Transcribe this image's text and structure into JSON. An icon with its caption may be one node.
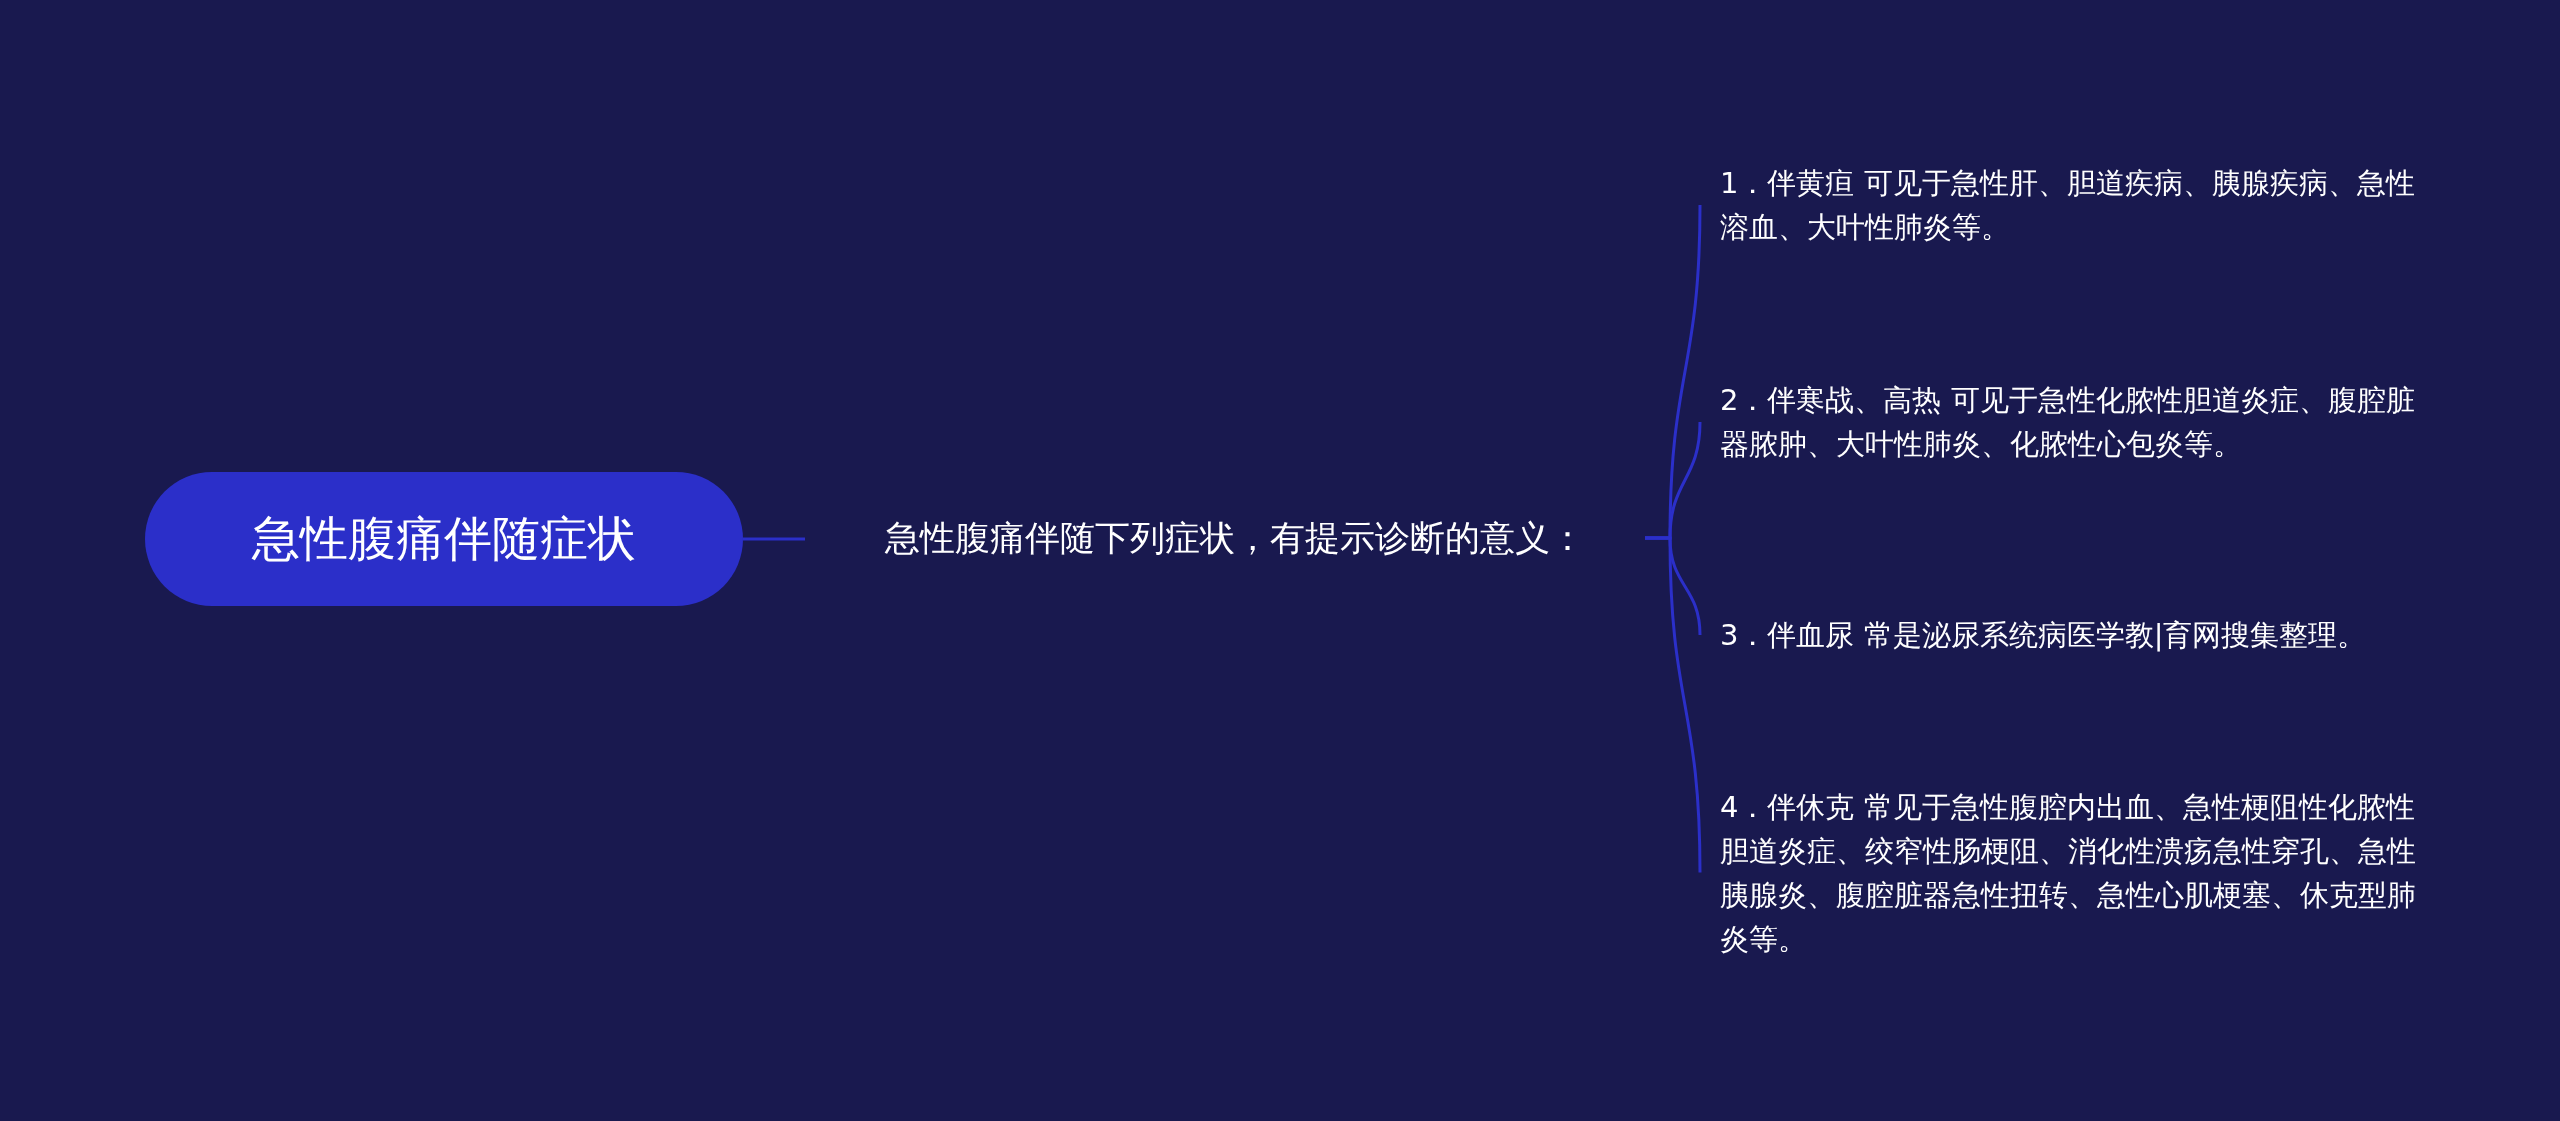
{
  "diagram": {
    "nodes": [
      {
        "text": [
          "急性腹痛伴随症状"
        ]
      },
      {
        "text": [
          "急性腹痛伴随下列症状，有提示诊断的意义："
        ]
      },
      {
        "text": [
          "1．伴黄疸 可见于急性肝、胆道疾病、胰腺疾病、急性溶血、大叶性肺炎等。"
        ]
      },
      {
        "text": [
          "2．伴寒战、高热 可见于急性化脓性胆道炎症、腹腔脏器脓肿、大叶性肺炎、化脓性心包炎等。"
        ]
      },
      {
        "text": [
          "3．伴血尿 常是泌尿系统病医学教|育网搜集整理。"
        ]
      },
      {
        "text": [
          "4．伴休克 常见于急性腹腔内出血、急性梗阻性化脓性胆道炎症、绞窄性肠梗阻、消化性溃疡急性穿孔、急性胰腺炎、腹腔脏器急性扭转、急性心肌梗塞、休克型肺炎等。"
        ]
      }
    ],
    "edges": [
      {
        "from": 0,
        "to": 1,
        "arrow": "none"
      },
      {
        "from": 1,
        "to": 2,
        "arrow": "none"
      },
      {
        "from": 1,
        "to": 3,
        "arrow": "none"
      },
      {
        "from": 1,
        "to": 4,
        "arrow": "none"
      },
      {
        "from": 1,
        "to": 5,
        "arrow": "none"
      }
    ]
  }
}
